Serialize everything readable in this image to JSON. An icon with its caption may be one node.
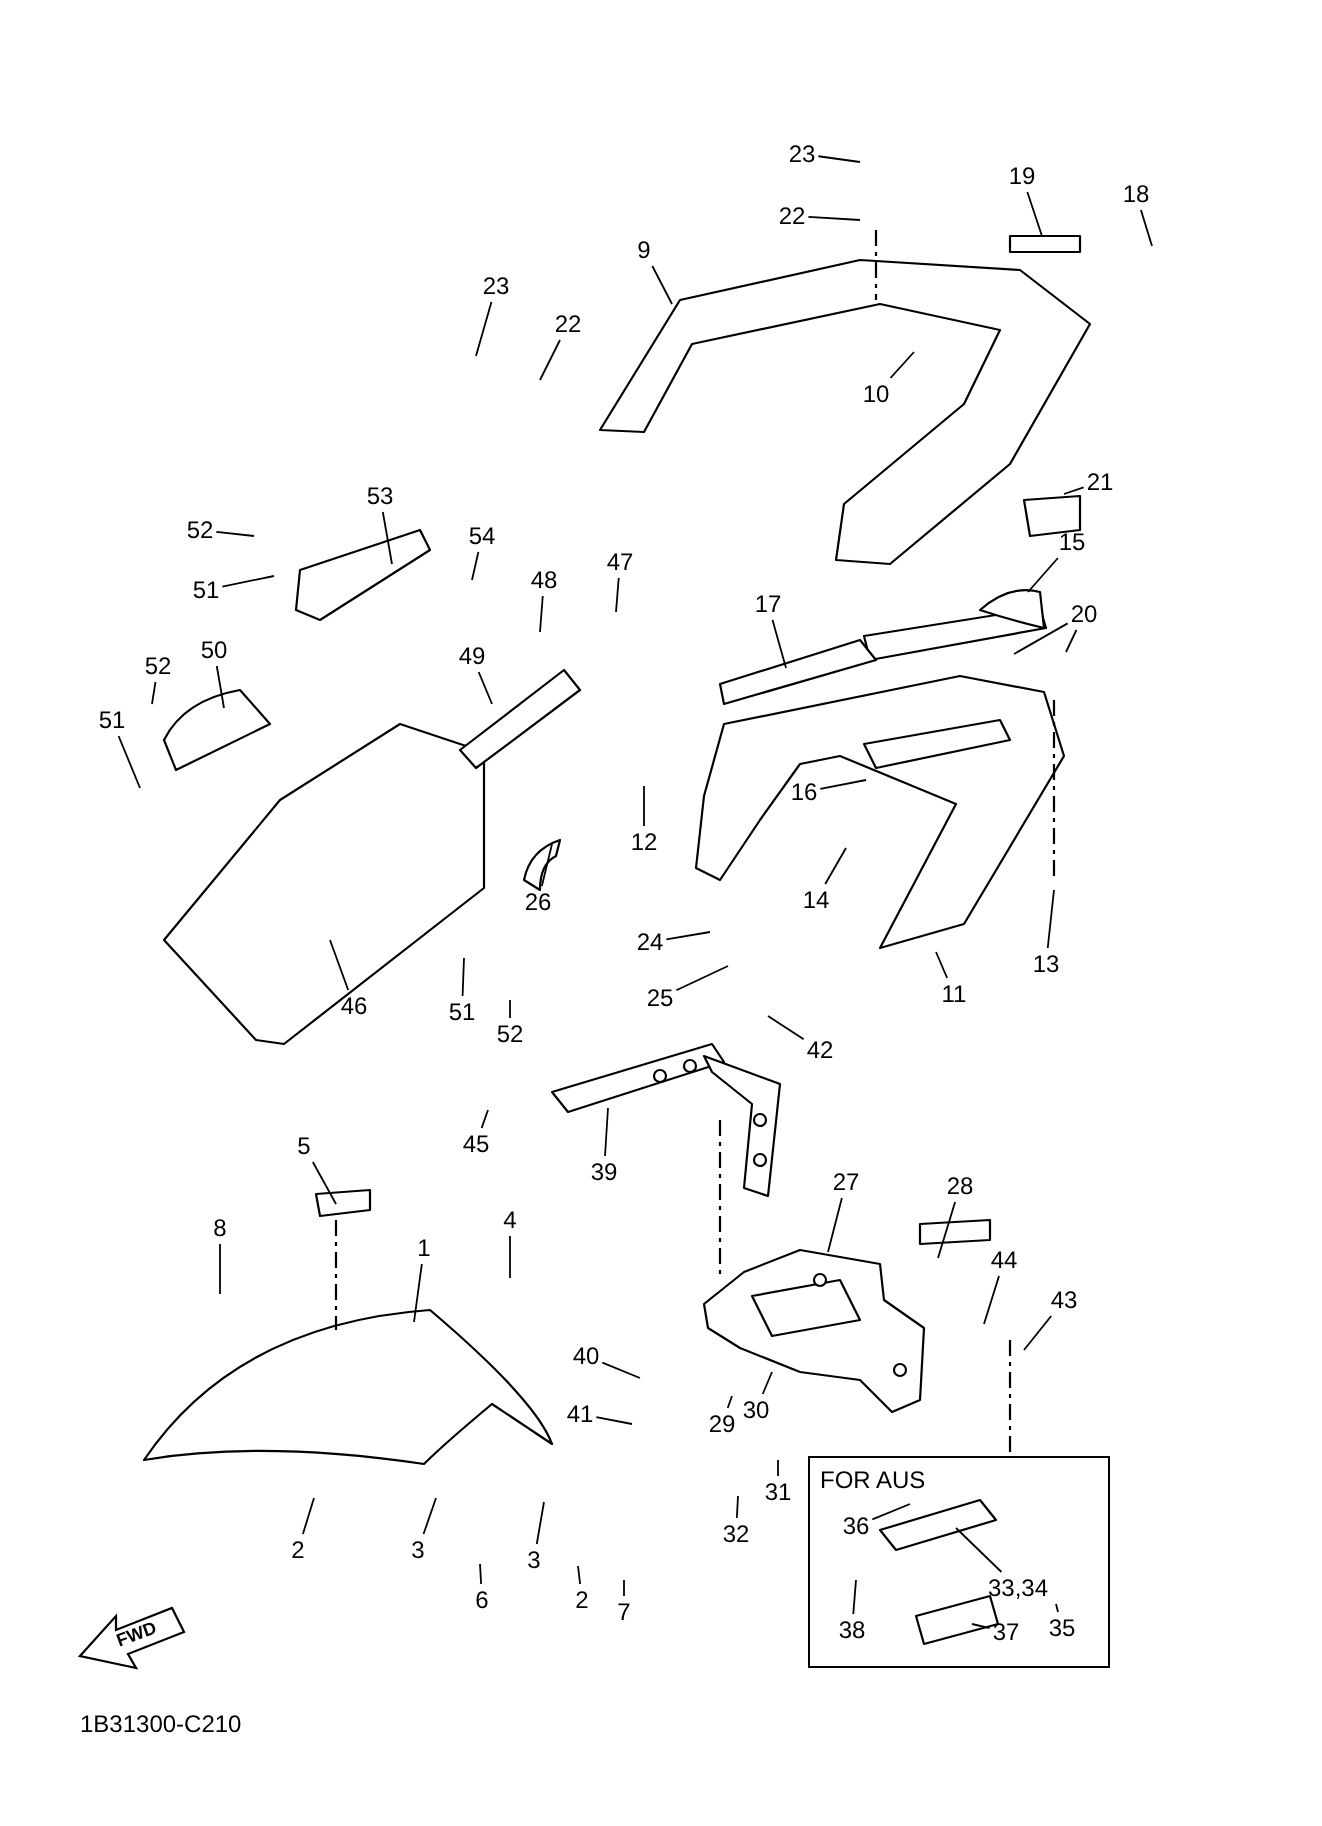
{
  "diagram": {
    "nodes": [
      {
        "text": [
          "23"
        ]
      },
      {
        "text": [
          "19"
        ]
      },
      {
        "text": [
          "18"
        ]
      },
      {
        "text": [
          "22"
        ]
      },
      {
        "text": [
          "9"
        ]
      },
      {
        "text": [
          "23"
        ]
      },
      {
        "text": [
          "22"
        ]
      },
      {
        "text": [
          "10"
        ]
      },
      {
        "text": [
          "21"
        ]
      },
      {
        "text": [
          "53"
        ]
      },
      {
        "text": [
          "54"
        ]
      },
      {
        "text": [
          "52"
        ]
      },
      {
        "text": [
          "51"
        ]
      },
      {
        "text": [
          "47"
        ]
      },
      {
        "text": [
          "48"
        ]
      },
      {
        "text": [
          "15"
        ]
      },
      {
        "text": [
          "17"
        ]
      },
      {
        "text": [
          "20"
        ]
      },
      {
        "text": [
          "49"
        ]
      },
      {
        "text": [
          "50"
        ]
      },
      {
        "text": [
          "52"
        ]
      },
      {
        "text": [
          "51"
        ]
      },
      {
        "text": [
          "12"
        ]
      },
      {
        "text": [
          "16"
        ]
      },
      {
        "text": [
          "26"
        ]
      },
      {
        "text": [
          "14"
        ]
      },
      {
        "text": [
          "13"
        ]
      },
      {
        "text": [
          "24"
        ]
      },
      {
        "text": [
          "25"
        ]
      },
      {
        "text": [
          "11"
        ]
      },
      {
        "text": [
          "46"
        ]
      },
      {
        "text": [
          "51"
        ]
      },
      {
        "text": [
          "52"
        ]
      },
      {
        "text": [
          "42"
        ]
      },
      {
        "text": [
          "45"
        ]
      },
      {
        "text": [
          "39"
        ]
      },
      {
        "text": [
          "5"
        ]
      },
      {
        "text": [
          "4"
        ]
      },
      {
        "text": [
          "27"
        ]
      },
      {
        "text": [
          "28"
        ]
      },
      {
        "text": [
          "8"
        ]
      },
      {
        "text": [
          "1"
        ]
      },
      {
        "text": [
          "44"
        ]
      },
      {
        "text": [
          "43"
        ]
      },
      {
        "text": [
          "40"
        ]
      },
      {
        "text": [
          "29"
        ]
      },
      {
        "text": [
          "30"
        ]
      },
      {
        "text": [
          "41"
        ]
      },
      {
        "text": [
          "31"
        ]
      },
      {
        "text": [
          "32"
        ]
      },
      {
        "text": [
          "2"
        ]
      },
      {
        "text": [
          "3"
        ]
      },
      {
        "text": [
          "6"
        ]
      },
      {
        "text": [
          "3"
        ]
      },
      {
        "text": [
          "2"
        ]
      },
      {
        "text": [
          "7"
        ]
      },
      {
        "text": [
          "FOR AUS"
        ]
      },
      {
        "text": [
          "36"
        ],
        "in": 56
      },
      {
        "text": [
          "33,34"
        ],
        "in": 56
      },
      {
        "text": [
          "35"
        ],
        "in": 56
      },
      {
        "text": [
          "38"
        ],
        "in": 56
      },
      {
        "text": [
          "37"
        ],
        "in": 56
      }
    ],
    "edges": [
      {
        "from": 0,
        "to": null,
        "arrow": "none"
      },
      {
        "from": 1,
        "to": null,
        "arrow": "none"
      },
      {
        "from": 2,
        "to": null,
        "arrow": "none"
      },
      {
        "from": 3,
        "to": null,
        "arrow": "none"
      },
      {
        "from": 4,
        "to": null,
        "arrow": "none"
      },
      {
        "from": 5,
        "to": null,
        "arrow": "none"
      },
      {
        "from": 6,
        "to": null,
        "arrow": "none"
      },
      {
        "from": 7,
        "to": null,
        "arrow": "none"
      },
      {
        "from": 8,
        "to": null,
        "arrow": "none"
      },
      {
        "from": 9,
        "to": null,
        "arrow": "none"
      },
      {
        "from": 10,
        "to": null,
        "arrow": "none"
      },
      {
        "from": 11,
        "to": null,
        "arrow": "none"
      },
      {
        "from": 12,
        "to": null,
        "arrow": "none"
      },
      {
        "from": 13,
        "to": null,
        "arrow": "none"
      },
      {
        "from": 14,
        "to": null,
        "arrow": "none"
      },
      {
        "from": 15,
        "to": null,
        "arrow": "none"
      },
      {
        "from": 16,
        "to": null,
        "arrow": "none"
      },
      {
        "from": 17,
        "to": null,
        "arrow": "none"
      },
      {
        "from": 17,
        "to": null,
        "arrow": "none"
      },
      {
        "from": 18,
        "to": null,
        "arrow": "none"
      },
      {
        "from": 19,
        "to": null,
        "arrow": "none"
      },
      {
        "from": 20,
        "to": null,
        "arrow": "none"
      },
      {
        "from": 21,
        "to": null,
        "arrow": "none"
      },
      {
        "from": 22,
        "to": null,
        "arrow": "none"
      },
      {
        "from": 23,
        "to": null,
        "arrow": "none"
      },
      {
        "from": 24,
        "to": null,
        "arrow": "none"
      },
      {
        "from": 25,
        "to": null,
        "arrow": "none"
      },
      {
        "from": 26,
        "to": null,
        "arrow": "none"
      },
      {
        "from": 27,
        "to": null,
        "arrow": "none"
      },
      {
        "from": 28,
        "to": null,
        "arrow": "none"
      },
      {
        "from": 29,
        "to": null,
        "arrow": "none"
      },
      {
        "from": 30,
        "to": null,
        "arrow": "none"
      },
      {
        "from": 31,
        "to": null,
        "arrow": "none"
      },
      {
        "from": 32,
        "to": null,
        "arrow": "none"
      },
      {
        "from": 33,
        "to": null,
        "arrow": "none"
      },
      {
        "from": 34,
        "to": null,
        "arrow": "none"
      },
      {
        "from": 35,
        "to": null,
        "arrow": "none"
      },
      {
        "from": 36,
        "to": null,
        "arrow": "none"
      },
      {
        "from": 37,
        "to": null,
        "arrow": "none"
      },
      {
        "from": 38,
        "to": null,
        "arrow": "none"
      },
      {
        "from": 39,
        "to": null,
        "arrow": "none"
      },
      {
        "from": 40,
        "to": null,
        "arrow": "none"
      },
      {
        "from": 41,
        "to": null,
        "arrow": "none"
      },
      {
        "from": 42,
        "to": null,
        "arrow": "none"
      },
      {
        "from": 43,
        "to": null,
        "arrow": "none"
      },
      {
        "from": 44,
        "to": null,
        "arrow": "none"
      },
      {
        "from": 45,
        "to": null,
        "arrow": "none"
      },
      {
        "from": 46,
        "to": null,
        "arrow": "none"
      },
      {
        "from": 47,
        "to": null,
        "arrow": "none"
      },
      {
        "from": 48,
        "to": null,
        "arrow": "none"
      },
      {
        "from": 49,
        "to": null,
        "arrow": "none"
      },
      {
        "from": 50,
        "to": null,
        "arrow": "none"
      },
      {
        "from": 51,
        "to": null,
        "arrow": "none"
      },
      {
        "from": 52,
        "to": null,
        "arrow": "none"
      },
      {
        "from": 53,
        "to": null,
        "arrow": "none"
      },
      {
        "from": 54,
        "to": null,
        "arrow": "none"
      },
      {
        "from": 55,
        "to": null,
        "arrow": "none"
      },
      {
        "from": 57,
        "to": null,
        "arrow": "none"
      },
      {
        "from": 58,
        "to": null,
        "arrow": "none"
      },
      {
        "from": 59,
        "to": null,
        "arrow": "none"
      },
      {
        "from": 60,
        "to": null,
        "arrow": "none"
      },
      {
        "from": 61,
        "to": null,
        "arrow": "none"
      }
    ],
    "labels": [
      "FWD",
      "1B31300-C210"
    ]
  }
}
